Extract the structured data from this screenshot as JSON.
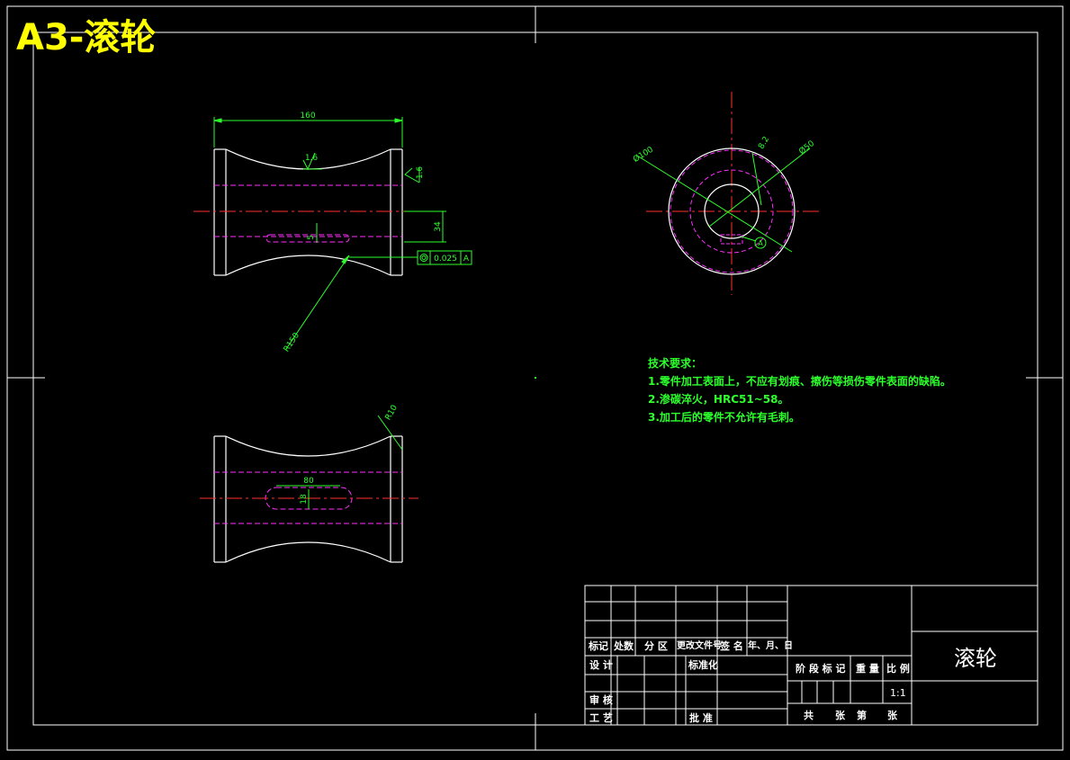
{
  "drawing": {
    "title": "A3-滚轮",
    "dims": {
      "length": "160",
      "roughness_top": "1.6",
      "roughness_right": "1.6",
      "height": "34",
      "slot_depth": "5",
      "tolerance": "0.025",
      "datum": "A",
      "radius_arc": "R150",
      "radius_edge": "R10",
      "slot_length": "80",
      "slot_width": "18",
      "dia_outer": "Ø100",
      "dia_inner": "Ø50",
      "wall": "8.2",
      "datum_marker": "A"
    },
    "requirements": {
      "heading": "技术要求：",
      "items": [
        "1.零件加工表面上，不应有划痕、擦伤等损伤零件表面的缺陷。",
        "2.渗碳淬火，HRC51~58。",
        "3.加工后的零件不允许有毛刺。"
      ]
    }
  },
  "title_block": {
    "biaoji": "标记",
    "chushu": "处数",
    "fenqu": "分 区",
    "gengai": "更改文件号",
    "qianming": "签 名",
    "nianyueri": "年、月、日",
    "sheji": "设 计",
    "biaozhunhua": "标准化",
    "shenhe": "审 核",
    "gongyi": "工 艺",
    "pizhun": "批 准",
    "jieduan": "阶 段 标 记",
    "zhongliang": "重 量",
    "bili": "比 例",
    "scale": "1:1",
    "gong": "共",
    "zhang1": "张",
    "di": "第",
    "zhang2": "张",
    "part_name": "滚轮"
  },
  "colors": {
    "outline": "#ffffff",
    "dimension": "#2cff2c",
    "centerline": "#ff3030",
    "hidden": "#ff30ff",
    "title": "#ffff00"
  }
}
